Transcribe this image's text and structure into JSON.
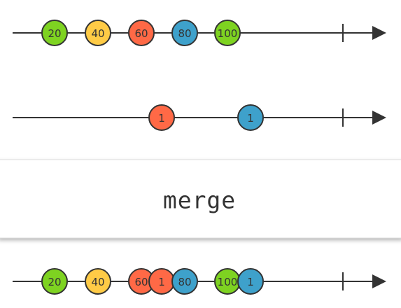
{
  "operator": {
    "label": "merge"
  },
  "timelines": [
    {
      "id": "input-1",
      "marbles": [
        {
          "label": "20",
          "color": "#7ed321"
        },
        {
          "label": "40",
          "color": "#ffcb46"
        },
        {
          "label": "60",
          "color": "#ff6946"
        },
        {
          "label": "80",
          "color": "#3ea1cb"
        },
        {
          "label": "100",
          "color": "#7ed321"
        }
      ]
    },
    {
      "id": "input-2",
      "marbles": [
        {
          "label": "1",
          "color": "#ff6946"
        },
        {
          "label": "1",
          "color": "#3ea1cb"
        }
      ]
    },
    {
      "id": "output",
      "marbles": [
        {
          "label": "20",
          "color": "#7ed321"
        },
        {
          "label": "40",
          "color": "#ffcb46"
        },
        {
          "label": "60",
          "color": "#ff6946"
        },
        {
          "label": "1",
          "color": "#ff6946"
        },
        {
          "label": "80",
          "color": "#3ea1cb"
        },
        {
          "label": "100",
          "color": "#7ed321"
        },
        {
          "label": "1",
          "color": "#3ea1cb"
        }
      ]
    }
  ]
}
